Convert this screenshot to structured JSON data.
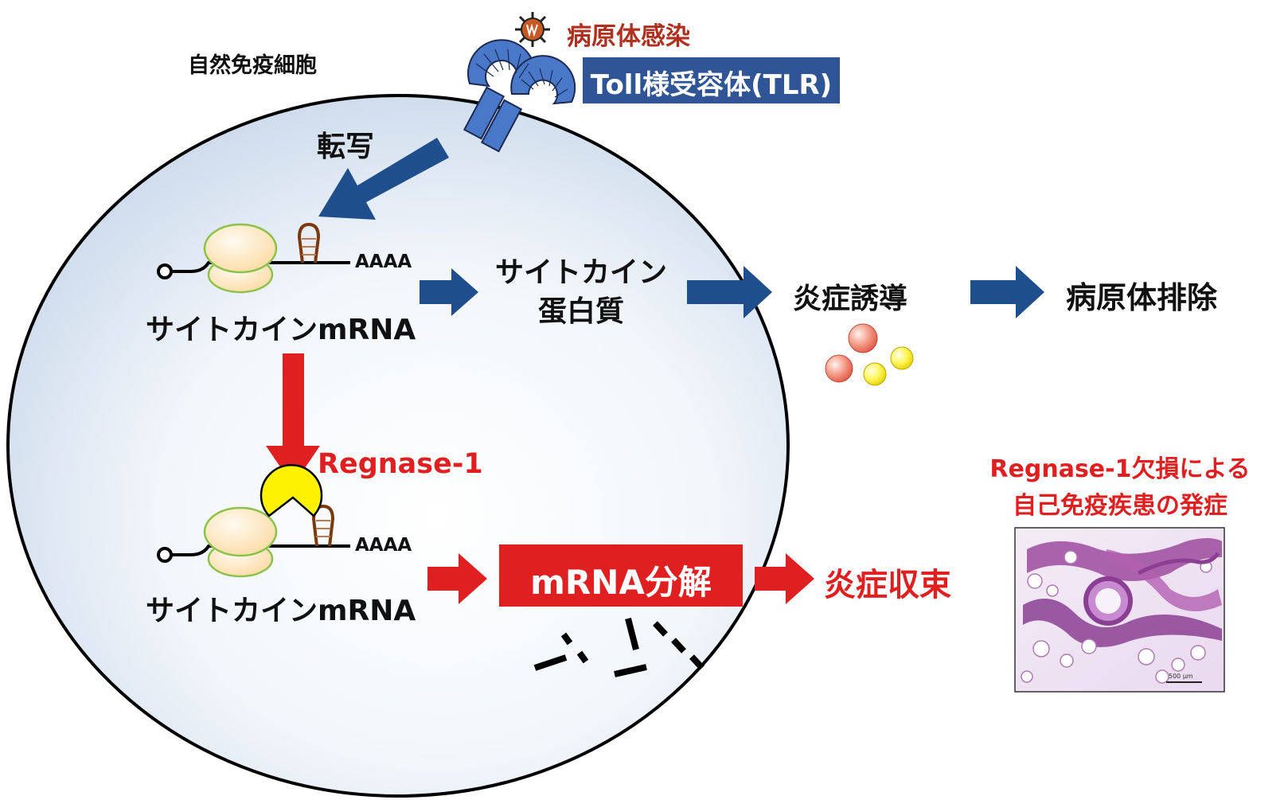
{
  "labels": {
    "cell": "自然免疫細胞",
    "infection": "病原体感染",
    "tlr": "Toll様受容体(TLR)",
    "transcription": "転写",
    "polyA": "AAAA",
    "mrna": "サイトカインmRNA",
    "protein_line1": "サイトカイン",
    "protein_line2": "蛋白質",
    "inflammation": "炎症誘導",
    "elimination": "病原体排除",
    "regnase": "Regnase-1",
    "decay": "mRNA分解",
    "resolution": "炎症収束",
    "disease_line1": "Regnase-1欠損による",
    "disease_line2": "自己免疫疾患の発症",
    "scale_bar": "500 μm"
  },
  "colors": {
    "blue_arrow": "#1f4e8c",
    "red": "#e02020",
    "tlr_box": "#2f5597",
    "infection_text": "#b03020",
    "receptor": "#4a78c8",
    "ribosome": "#fde4b8",
    "ribosome_outline": "#8bc34a",
    "pacman": "#fff200",
    "cytokine_red": "#f08070",
    "cytokine_yellow": "#fff23a"
  },
  "icons": [
    "virus-icon",
    "receptor-icon",
    "ribosome-icon",
    "pacman-icon",
    "cytokine-icon",
    "histology-image"
  ]
}
